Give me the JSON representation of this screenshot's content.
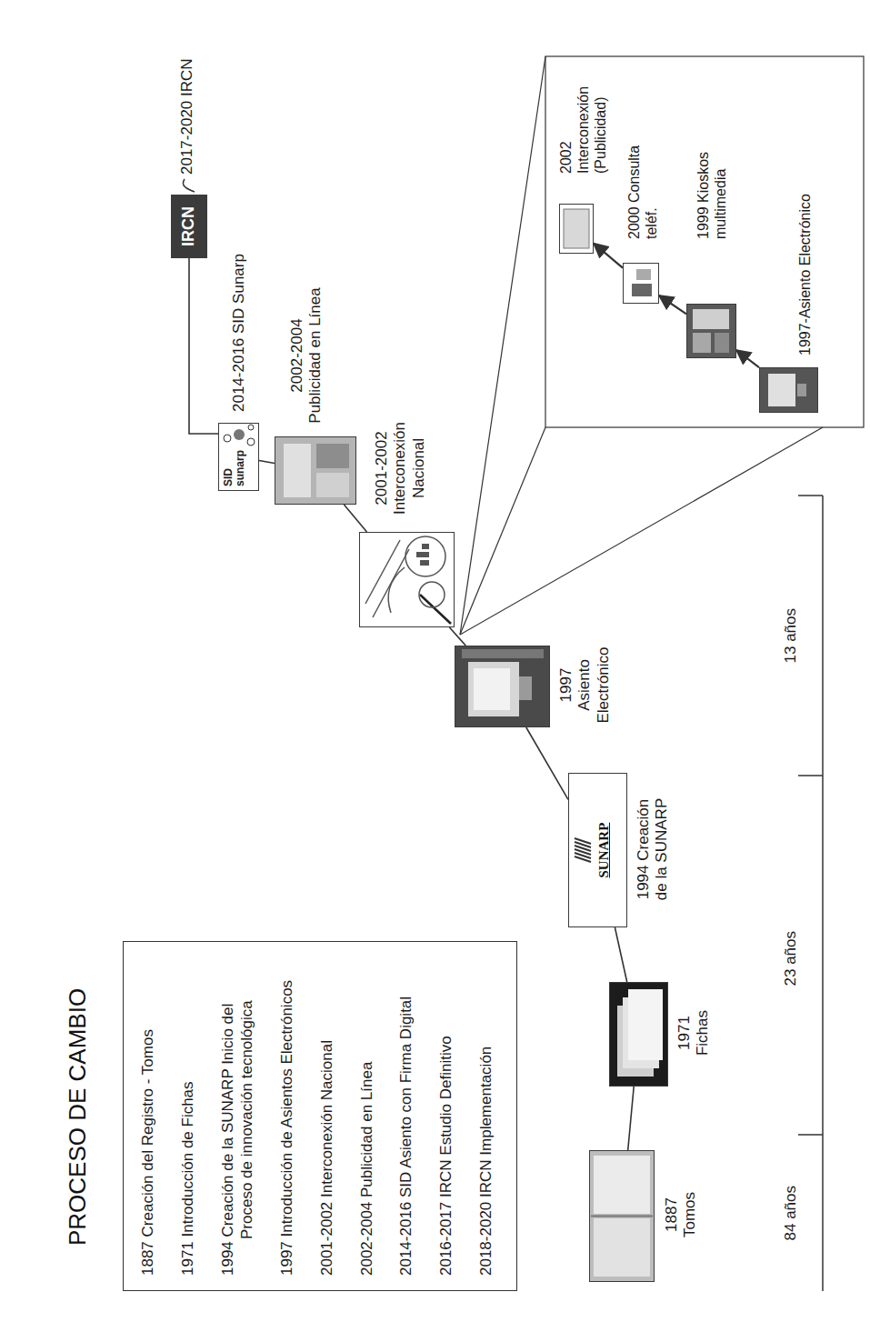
{
  "diagram": {
    "title": "PROCESO DE CAMBIO",
    "nodes": [
      {
        "text": [
          "1887 Creación del Registro - Tomos",
          "1971 Introducción de Fichas",
          "1994 Creación de la SUNARP Inicio del Proceso de innovación tecnológica",
          "1997 Introducción de Asientos Electrónicos",
          "2001-2002 Interconexión Nacional",
          "2002-2004 Publicidad en Línea",
          "2014-2016 SID Asiento con Firma Digital",
          "2016-2017 IRCN Estudio Definitivo",
          "2018-2020 IRCN Implementación"
        ]
      },
      {
        "text": [
          "1887 Tomos"
        ]
      },
      {
        "text": [
          "1971 Fichas"
        ]
      },
      {
        "text": [
          "SUNARP",
          "1994 Creación de la SUNARP"
        ]
      },
      {
        "text": [
          "1997 Asiento Electrónico"
        ]
      },
      {
        "text": [
          "2001-2002 Interconexión Nacional"
        ]
      },
      {
        "text": [
          "2002-2004 Publicidad en Línea"
        ]
      },
      {
        "text": [
          "SID sunarp",
          "2014-2016 SID Sunarp"
        ]
      },
      {
        "text": [
          "IRCN"
        ]
      },
      {
        "text": [
          "1997-Asiento Electrónico"
        ]
      },
      {
        "text": [
          "1999 Kioskos multimedia"
        ]
      },
      {
        "text": [
          "2000 Consulta teléf."
        ]
      },
      {
        "text": [
          "2002 Interconexión (Publicidad)"
        ]
      }
    ],
    "edges": [
      {
        "from": 1,
        "to": 2,
        "arrow": "none"
      },
      {
        "from": 2,
        "to": 3,
        "arrow": "none"
      },
      {
        "from": 3,
        "to": 4,
        "arrow": "none"
      },
      {
        "from": 4,
        "to": 5,
        "arrow": "none"
      },
      {
        "from": 5,
        "to": 6,
        "arrow": "none"
      },
      {
        "from": 6,
        "to": 7,
        "arrow": "none"
      },
      {
        "from": 7,
        "to": 8,
        "arrow": "none"
      },
      {
        "from": 9,
        "to": 10,
        "arrow": "to"
      },
      {
        "from": 10,
        "to": 11,
        "arrow": "to"
      },
      {
        "from": 11,
        "to": 12,
        "arrow": "to"
      }
    ],
    "labels": [
      "2017-2020 IRCN",
      "84 años",
      "23 años",
      "13 años"
    ]
  }
}
